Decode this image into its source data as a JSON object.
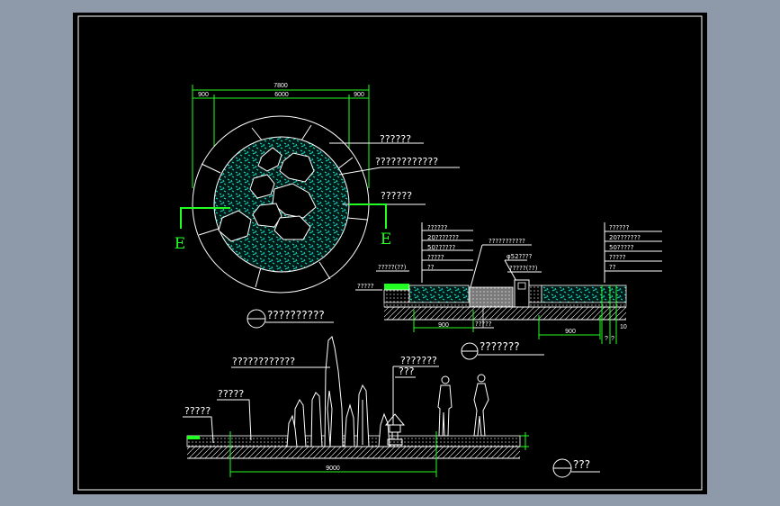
{
  "plan": {
    "dim_total": "7800",
    "dim_left": "900",
    "dim_center": "6000",
    "dim_right": "900",
    "notes": [
      "??????",
      "????????????",
      "??????"
    ],
    "section_mark_left": "E",
    "section_mark_right": "E",
    "title": "??????????"
  },
  "detail": {
    "left_layers": [
      "??????",
      "20???????",
      "50??????",
      "?????",
      "??"
    ],
    "right_layers": [
      "??????",
      "20???????",
      "50?????",
      "?????",
      "??"
    ],
    "center_note": "???????????",
    "center_note2": "φ52????",
    "left_label1": "?????(??)",
    "right_label1": "?????(??)",
    "left_label2": "?????",
    "dim_left": "900",
    "dim_right": "900",
    "mid_note": "?????",
    "small_dims": [
      "?",
      "?",
      "10"
    ],
    "title": "???????"
  },
  "elevation": {
    "notes": [
      "????????????",
      "?????",
      "?????",
      "???????",
      "???"
    ],
    "dim_total": "9000",
    "title": "???"
  }
}
